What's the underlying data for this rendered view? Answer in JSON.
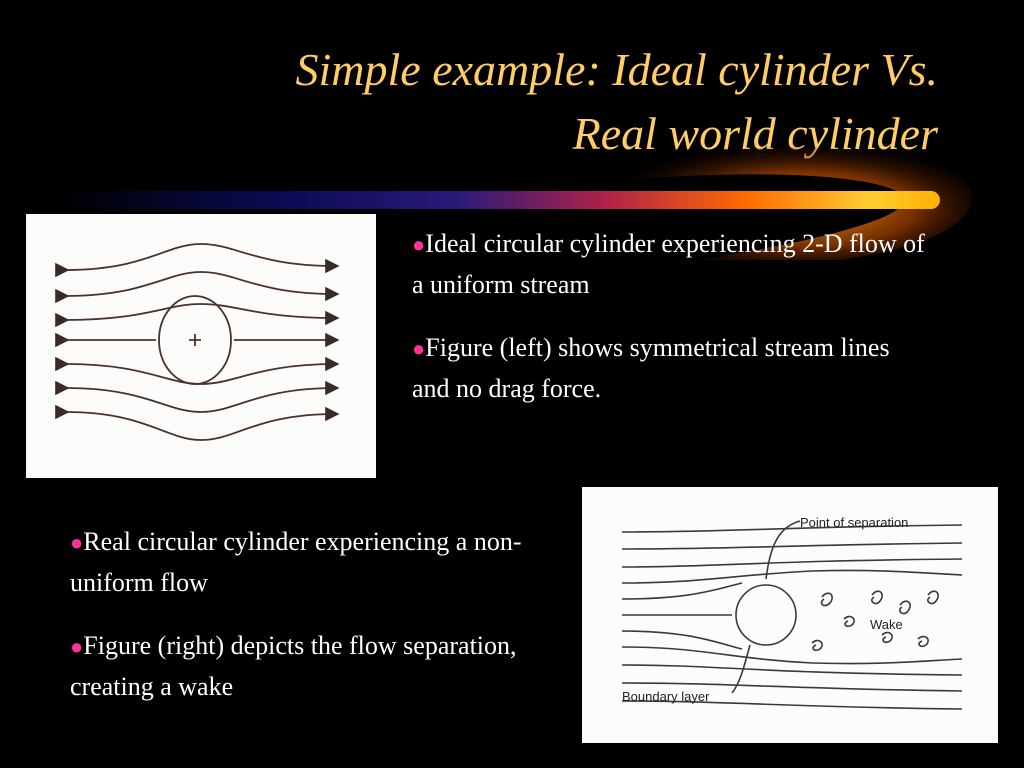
{
  "slide": {
    "title_line1": "Simple example: Ideal cylinder Vs.",
    "title_line2": "Real world cylinder",
    "colors": {
      "background": "#000000",
      "title": "#ffcc66",
      "text": "#ffffff",
      "bullet": "#ff3399",
      "accent_orange": "#ff9900"
    }
  },
  "ideal": {
    "bullets": [
      "Ideal circular cylinder experiencing 2-D flow of a uniform stream",
      "Figure (left) shows symmetrical stream lines and no drag force."
    ]
  },
  "real": {
    "bullets": [
      "Real circular cylinder experiencing a non-uniform flow",
      "Figure (right) depicts the flow separation, creating a wake"
    ],
    "figure_labels": {
      "separation": "Point of separation",
      "wake": "Wake",
      "boundary": "Boundary layer"
    }
  }
}
